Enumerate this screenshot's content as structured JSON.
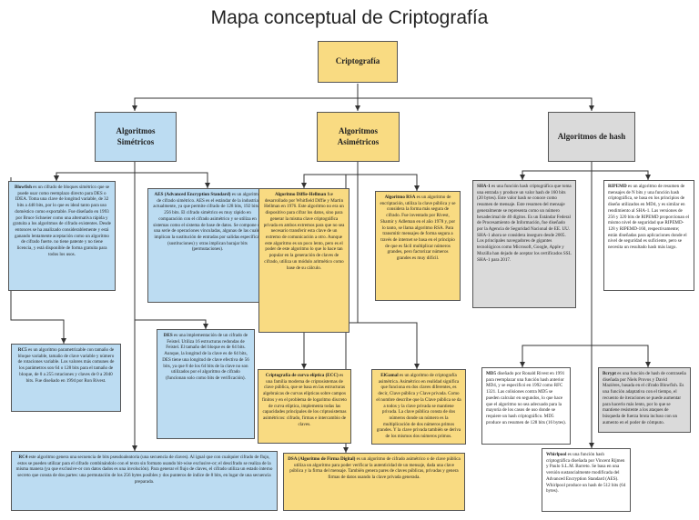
{
  "title": "Mapa conceptual de Criptografía",
  "root": "Criptografía",
  "categories": {
    "sym": "Algoritmos Simétricos",
    "asym": "Algoritmos Asimétricos",
    "hash": "Algoritmos de hash"
  },
  "nodes": {
    "blowfish": {
      "label": "Blowfish",
      "text": " es un cifrado de bloques simétrico que se puede usar como reemplazo directo para DES o IDEA. Toma una clave de longitud variable, de 32 bits a 448 bits, por lo que es ideal tanto para uso doméstico como exportable. Fue diseñado en 1993 por Bruce Schneier como una alternativa rápida y gratuita a los algoritmos de cifrado existentes. Desde entonces se ha analizado considerablemente y está ganando lentamente aceptación como un algoritmo de cifrado fuerte. no tiene patente y no tiene licencia, y está disponible de forma gratuita para todos los usos."
    },
    "aes": {
      "label": "AES (Advanced Encryption Standard)",
      "text": " es un algoritmo de cifrado simétrico. AES es el estándar de la industria actualmente, ya que permite cifrado de 128 bits, 192 bits y 256 bits. El cifrado simétrico es muy rápido en comparación con el cifrado asimétrico y se utiliza en sistemas como el sistema de base de datos. Se compone de una serie de operaciones vinculadas, algunas de las cuales implican la sustitución de entradas por salidas específicas (sustituciones) y otras implican barajar bits (permutaciones)."
    },
    "rc5": {
      "label": "RC5",
      "text": " es un algoritmo parametrizable con tamaño de bloque variable, tamaño de clave variable y número de rotaciones variable. Los valores más comunes de los parámetros son 64 o 128 bits para el tamaño de bloque, de 0 a 255 rotaciones y claves de 0 a 2040 bits. Fue diseñado en 1994 por Ron Rivest."
    },
    "des": {
      "label": "DES",
      "text": " es una implementación de un cifrado de Feistel. Utiliza 16 estructuras redondas de Feistel. El tamaño del bloque es de 64 bits. Aunque, la longitud de la clave es de 64 bits, DES tiene una longitud de clave efectiva de 56 bits, ya que 8 de los 64 bits de la clave no son utilizados por el algoritmo de cifrado (funcionan solo como bits de verificación)."
    },
    "rc4": {
      "label": "RC4",
      "text": " este algoritmo genera una secuencia de bits pseudoaleatoria (una secuencia de claves). Al igual que con cualquier cifrado de flujo, estos se pueden utilizar para el cifrado combinándolo con el texto sin formato usando bit-wise exclusive-or; el descifrado se realiza de la misma manera (ya que exclusive-or con datos dados es una involución). Para generar el flujo de claves, el cifrado utiliza un estado interno secreto que consta de dos partes: una permutación de los 256 bytes posibles y dos punteros de índice de 8 bits, en lugar de una secuencia preparada."
    },
    "dh": {
      "label": "Algoritmo Diffie-Hellman",
      "text": " fue desarrollado por Whitfield Diffie y Martin Hellman en 1976. Este algoritmo no era un dispositivo para cifrar los datos, sino para generar la misma clave criptográfica privada en ambos extremos para que no sea necesario transferir esta clave de un extremo de comunicación a otro. Aunque este algoritmo es un poco lento, pero es el poder de este algoritmo lo que lo hace tan popular en la generación de claves de cifrado, utiliza un módulo aritmético como base de su cálculo."
    },
    "rsa": {
      "label": "Algoritmo RSA",
      "text": " es un algoritmo de encriptación, utiliza la clave pública y se considera la forma más segura de cifrado. Fue inventado por Rivest, Shamir y Adleman en el año 1978 y, por lo tanto, se llama algoritmo RSA. Para transmitir mensajes de forma segura a través de internet se basa en el principio de que es fácil multiplicar números grandes, pero factorizar números grandes es muy difícil."
    },
    "ecc": {
      "label": "Criptografía de curva elíptica (ECC)",
      "text": " es una familia moderna de criptosistemas de clave pública, que se basa en las estructuras algebraicas de curvas elípticas sobre campos finitos y en el problema de logaritmo discreto de curva elíptica, implementa todas las capacidades principales de los criptosistemas asimétricos: cifrado, firmas e intercambio de claves."
    },
    "elgamal": {
      "label": "ElGamal",
      "text": " es un algoritmo de criptografía asimétrica. Asimétrico en realidad significa que funciona en dos claves diferentes, es decir, Clave pública y Clave privada. Como el nombre describe que la Clave pública se da a todos y la clave privada se mantiene privada. La clave pública consta de dos números donde un número es la multiplicación de dos números primos grandes. Y la clave privada también se deriva de los mismos dos números primos."
    },
    "dsa": {
      "label": "DSA (Algoritmo de Firma Digital)",
      "text": " es un algoritmo de cifrado asimétrico o de clave pública utiliza un algoritmo para poder verificar la autenticidad de un mensaje, dada una clave pública y la firma del mensaje. También genera pares de claves públicas, privadas y genera firmas de datos usando la clave privada generada."
    },
    "sha": {
      "label": "SHA-1",
      "text": " es una función hash criptográfica que toma una entrada y produce un valor hash de 160 bits (20 bytes). Este valor hash se conoce como resumen de mensaje. Este resumen del mensaje generalmente se representa como un número hexadecimal de 40 dígitos. Es un Estándar Federal de Procesamiento de Información, fue diseñado por la Agencia de Seguridad Nacional de EE. UU. SHA-1 ahora se considera inseguro desde 2005. Los principales navegadores de gigantes tecnológicos como Microsoft, Google, Apple y Mozilla han dejado de aceptar los certificados SSL SHA-1 para 2017."
    },
    "ripemd": {
      "label": "RIPEMD",
      "text": " es un algoritmo de resumen de mensajes de N bits y una función hash criptográfica, se basa en los principios de diseño utilizados en MD4, y es similar en rendimiento al SHA-1. Las versiones de 256 y 320 bits de RIPEMD proporcionan el mismo nivel de seguridad que RIPEMD-128 y RIPEMD-160, respectivamente; están diseñadas para aplicaciones donde el nivel de seguridad es suficiente, pero se necesita un resultado hash más largo."
    },
    "md5": {
      "label": "MD5",
      "text": " diseñado por Ronald Rivest en 1991 para reemplazar una función hash anterior MD4, y se especificó en 1992 como RFC 1321. Las colisiones contra MD5 se pueden calcular en segundos, lo que hace que el algoritmo no sea adecuado para la mayoría de los casos de uso donde se requiere un hash criptográfico. MD5 produce un resumen de 128 bits (16 bytes)."
    },
    "bcrypt": {
      "label": "Bcrypt",
      "text": " es una función de hash de contraseña diseñada por Niels Provos y David Mazières, basada en el cifrado Blowfish. Es una función adaptativa con el tiempo, el recuento de iteraciones se puede aumentar para hacerlo más lento, por lo que se mantiene resistente a los ataques de búsqueda de fuerza bruta incluso con un aumento en el poder de cómputo."
    },
    "whirlpool": {
      "label": "Whirlpool",
      "text": " es una función hash criptográfica diseñada por Vincent Rijmen y Paulo S.L.M. Barreto. Se basa en una versión sustancialmente modificada del Advanced Encryption Standard (AES). Whirlpool produce un hash de 512 bits (64 bytes)."
    }
  }
}
